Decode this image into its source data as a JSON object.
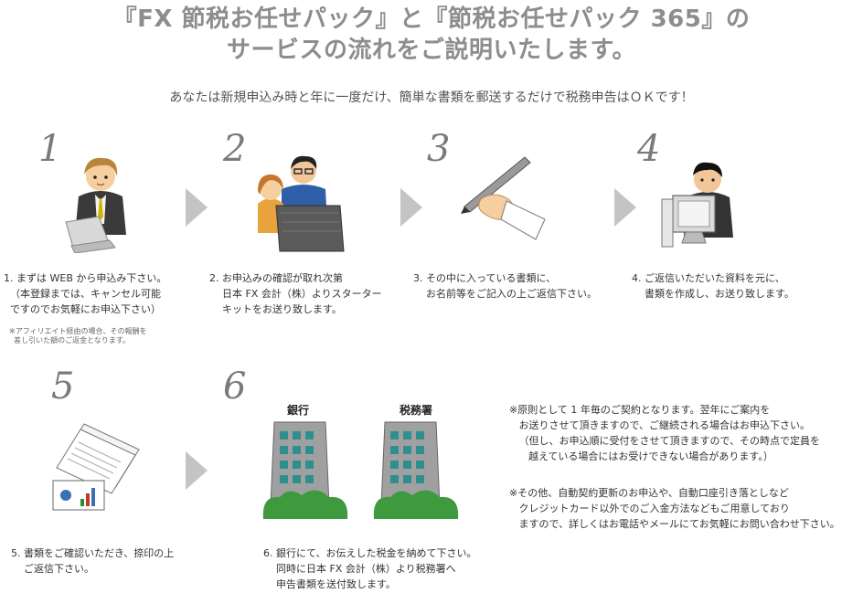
{
  "header": {
    "title_line1": "『FX 節税お任せパック』と『節税お任せパック 365』の",
    "title_line2": "サービスの流れをご説明いたします。",
    "subtitle": "あなたは新規申込み時と年に一度だけ、簡単な書類を郵送するだけで税務申告はＯＫです！"
  },
  "steps": [
    {
      "num": "1",
      "desc": "1. まずは WEB から申込み下さい。\n  （本登録までは、キャンセル可能\n  ですのでお気軽にお申込下さい）",
      "note": "※アフィリエイト経由の場合、その報酬を\n  差し引いた額のご返金となります。",
      "icon": "person-laptop-icon"
    },
    {
      "num": "2",
      "desc": "2. お申込みの確認が取れ次第\n    日本 FX 会計（株）よりスターター\n    キットをお送り致します。",
      "icon": "two-people-box-icon"
    },
    {
      "num": "3",
      "desc": "3. その中に入っている書類に、\n    お名前等をご記入の上ご返信下さい。",
      "icon": "hand-pen-icon"
    },
    {
      "num": "4",
      "desc": "4. ご返信いただいた資料を元に、\n    書類を作成し、お送り致します。",
      "icon": "person-computer-icon"
    },
    {
      "num": "5",
      "desc": "5. 書類をご確認いただき、捺印の上\n    ご返信下さい。",
      "icon": "documents-icon"
    },
    {
      "num": "6",
      "desc": "6. 銀行にて、お伝えした税金を納めて下さい。\n    同時に日本 FX 会計（株）より税務署へ\n    申告書類を送付致します。",
      "icon": "buildings-icon"
    }
  ],
  "buildings": [
    "銀行",
    "税務署"
  ],
  "notes": {
    "note1": "※原則として 1 年毎のご契約となります。翌年にご案内を\n   お送りさせて頂きますので、ご継続される場合はお申込下さい。\n   （但し、お申込順に受付をさせて頂きますので、その時点で定員を\n      越えている場合にはお受けできない場合があります。）",
    "note2": "※その他、自動契約更新のお申込や、自動口座引き落としなど\n   クレジットカード以外でのご入金方法などもご用意しており\n   ますので、詳しくはお電話やメールにてお気軽にお問い合わせ下さい。"
  },
  "colors": {
    "title": "#8d8d8d",
    "arrow": "#c4c4c4",
    "building": "#9a9a9a",
    "window": "#2f8f8f",
    "bush": "#3f9a3f"
  }
}
